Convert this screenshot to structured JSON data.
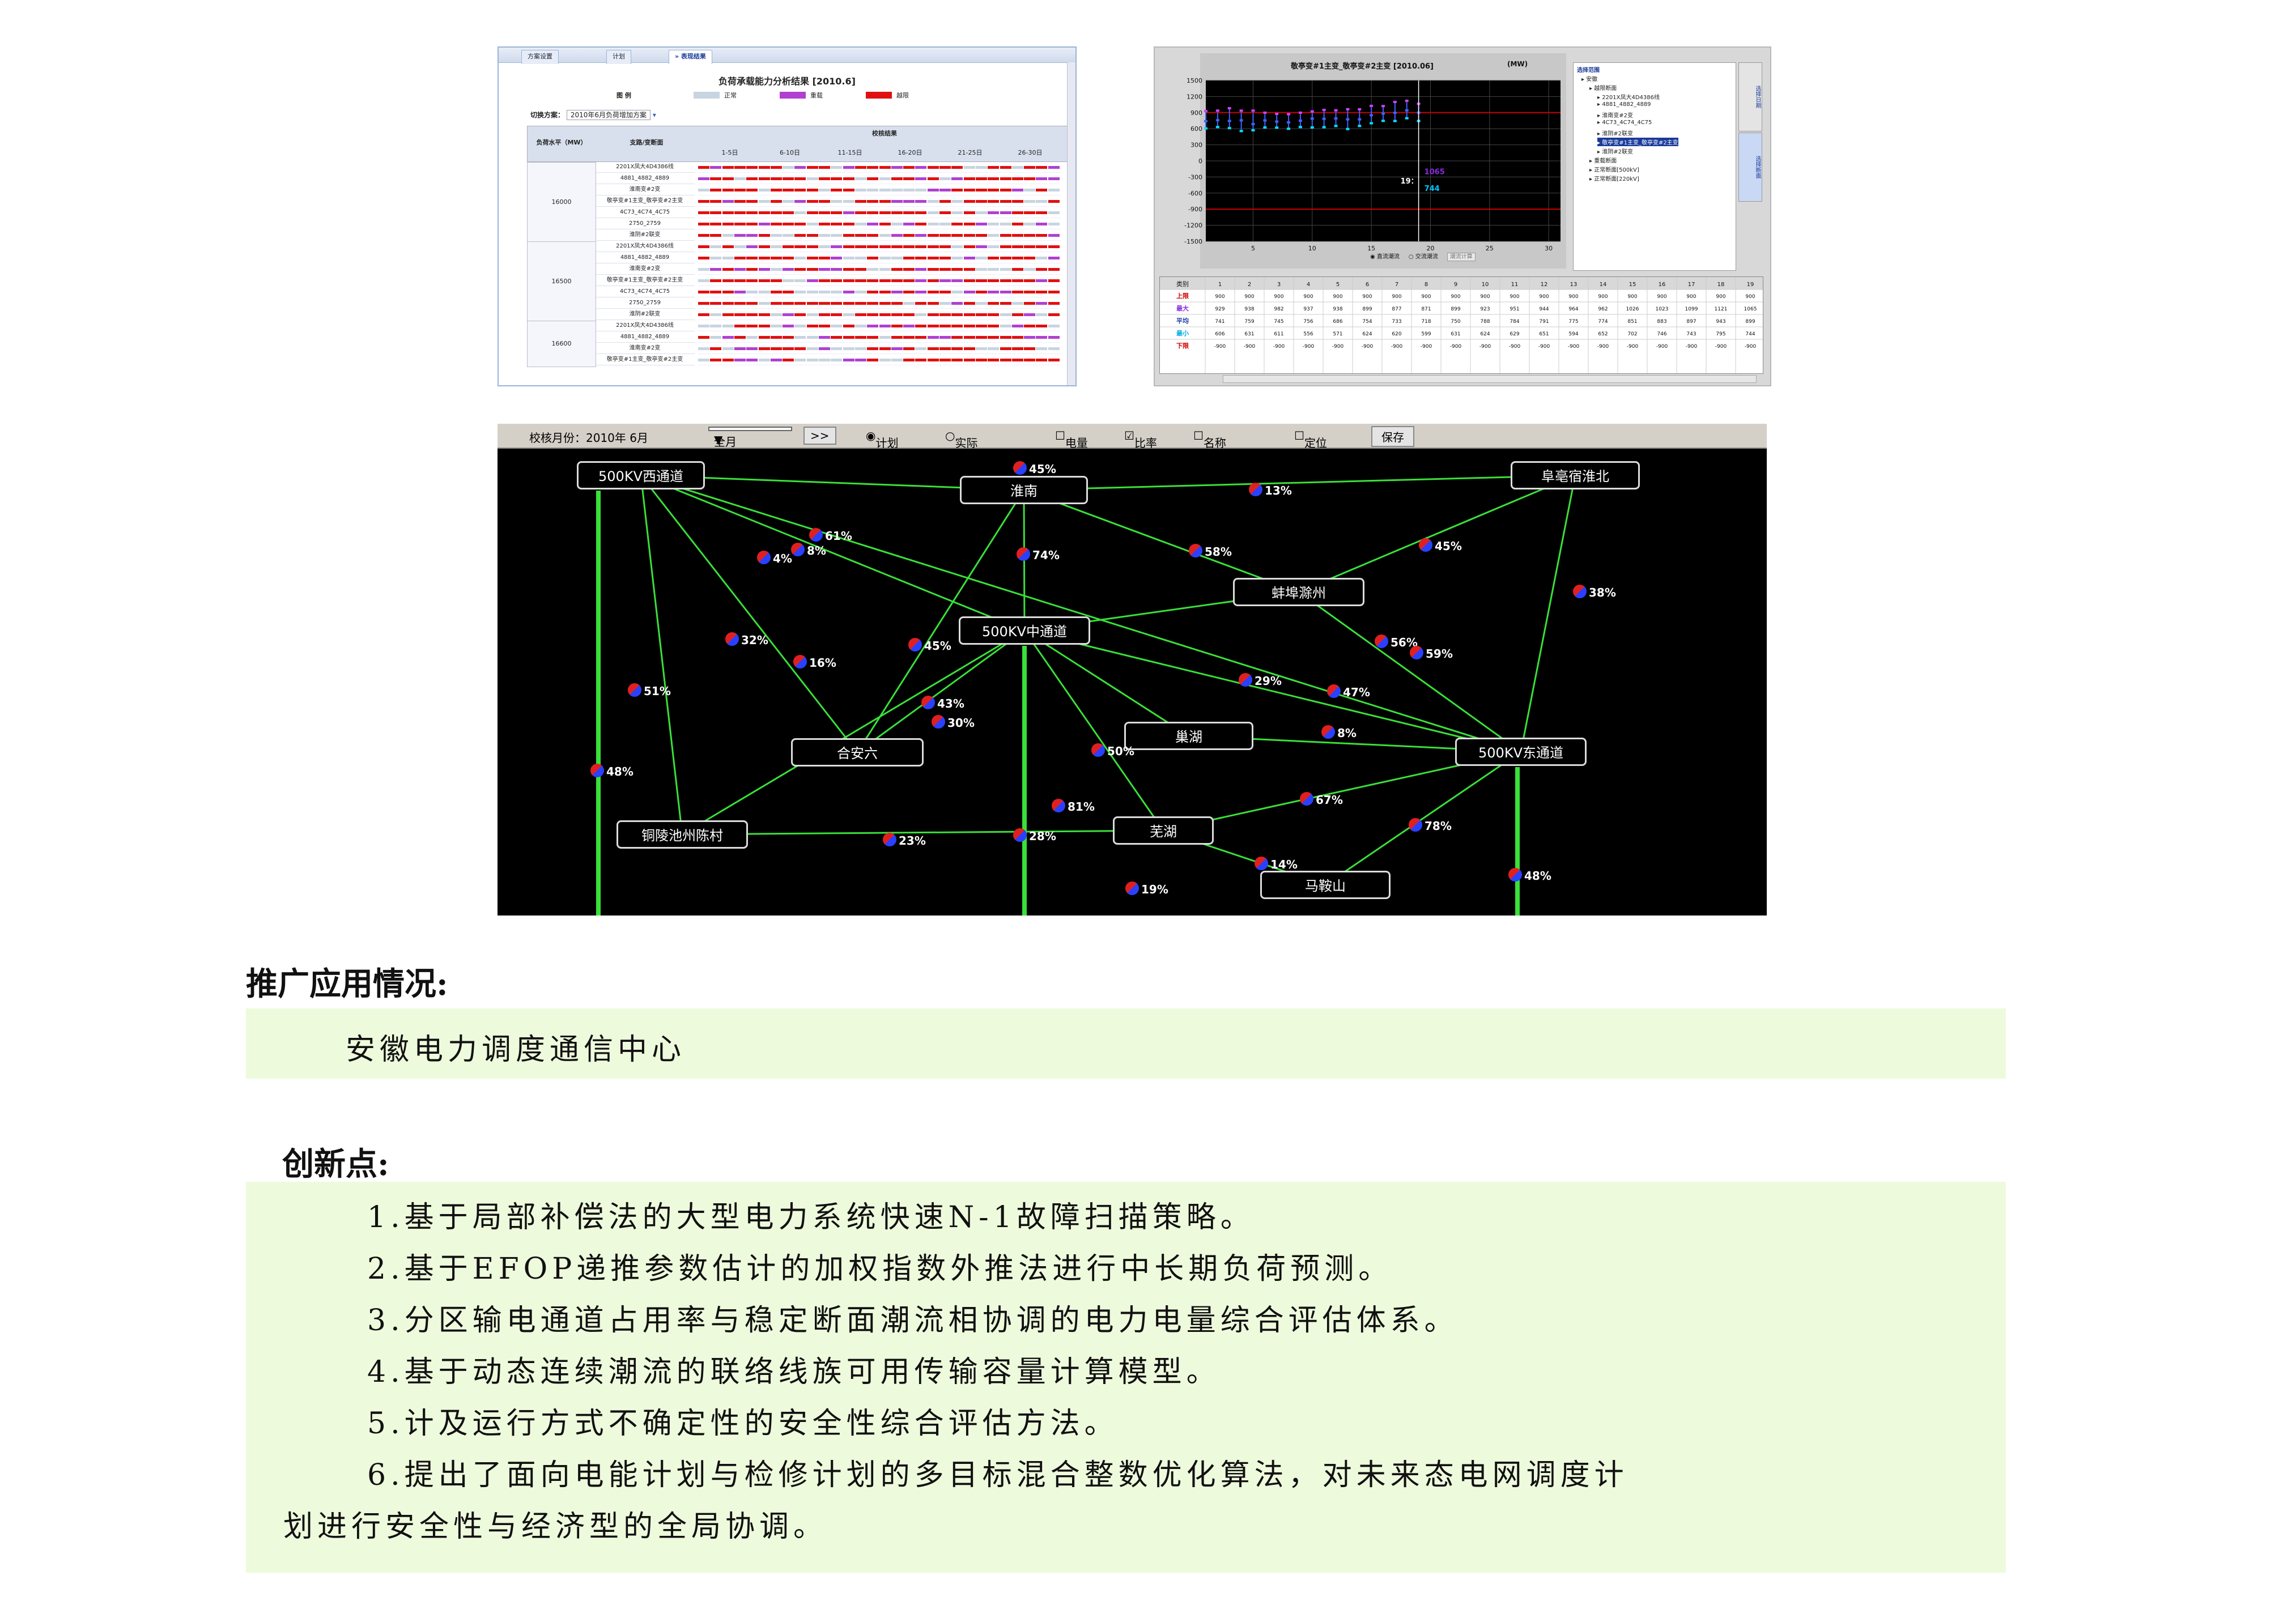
{
  "screens": {
    "table": {
      "tabs": [
        "方案设置",
        "计划",
        "» 表现结果"
      ],
      "title": "负荷承载能力分析结果 [2010.6]",
      "legend_label": "图 例",
      "legend": [
        {
          "label": "正常",
          "color": "#c8d4e0"
        },
        {
          "label": "重载",
          "color": "#b040d0"
        },
        {
          "label": "越限",
          "color": "#e01010"
        }
      ],
      "option_label": "切换方案：",
      "option_value": "2010年6月负荷增加方案",
      "col_level": "负荷水平（MW）",
      "col_section": "支路/变断面",
      "col_result": "校核结果",
      "periods": [
        "1-5日",
        "6-10日",
        "11-15日",
        "16-20日",
        "21-25日",
        "26-30日"
      ],
      "groups": [
        {
          "level": "16000",
          "rows": [
            "2201X凤大4D4386线",
            "4881_4882_4889",
            "淮南变#2变",
            "敬亭变#1主变_敬亭变#2主变",
            "4C73_4C74_4C75",
            "2750_2759",
            "淮阴#2联变"
          ]
        },
        {
          "level": "16500",
          "rows": [
            "2201X凤大4D4386线",
            "4881_4882_4889",
            "淮南变#2变",
            "敬亭变#1主变_敬亭变#2主变",
            "4C73_4C74_4C75",
            "2750_2759",
            "淮阴#2联变"
          ]
        },
        {
          "level": "16600",
          "rows": [
            "2201X凤大4D4386线",
            "4881_4882_4889",
            "淮南变#2变",
            "敬亭变#1主变_敬亭变#2主变"
          ]
        }
      ]
    },
    "chart": {
      "title": "敬亭变#1主变_敬亭变#2主变 [2010.06]",
      "unit": "(MW)",
      "y_ticks": [
        "1500",
        "1200",
        "900",
        "600",
        "300",
        "0",
        "-300",
        "-600",
        "-900",
        "-1200",
        "-1500"
      ],
      "x_ticks": [
        "5",
        "10",
        "15",
        "20",
        "25",
        "30"
      ],
      "readouts": [
        {
          "text": "1065",
          "color": "#8a2be2"
        },
        {
          "text": "19：",
          "color": "#ffffff"
        },
        {
          "text": "744",
          "color": "#00c8ff"
        }
      ],
      "radios": [
        "直流潮流",
        "交流潮流",
        "潮流计算"
      ],
      "tree_title": "选择范围",
      "tree_items": [
        "安徽",
        "越限断面",
        "2201X凤大4D4386线",
        "4881_4882_4889",
        "淮南变#2变",
        "4C73_4C74_4C75",
        "淮阴#2联变",
        "敬亭变#1主变_敬亭变#2主变",
        "淮阴#2联变",
        "重载断面",
        "正常断面[500kV]",
        "正常断面[220kV]"
      ],
      "side_buttons": [
        "选择日期",
        "选择断面"
      ],
      "grid_header": "类别",
      "grid_rows": [
        {
          "label": "上限",
          "color": "#d00000",
          "values": [
            "900",
            "900",
            "900",
            "900",
            "900",
            "900",
            "900",
            "900",
            "900",
            "900",
            "900",
            "900",
            "900",
            "900",
            "900",
            "900",
            "900",
            "900",
            "900"
          ]
        },
        {
          "label": "最大",
          "color": "#8a2be2",
          "values": [
            "929",
            "938",
            "982",
            "937",
            "938",
            "899",
            "877",
            "871",
            "899",
            "923",
            "951",
            "944",
            "964",
            "962",
            "1026",
            "1023",
            "1099",
            "1121",
            "1065"
          ]
        },
        {
          "label": "平均",
          "color": "#1a3a9a",
          "values": [
            "741",
            "759",
            "745",
            "756",
            "686",
            "754",
            "733",
            "718",
            "750",
            "788",
            "784",
            "791",
            "775",
            "774",
            "851",
            "883",
            "897",
            "943",
            "899"
          ]
        },
        {
          "label": "最小",
          "color": "#00b0e0",
          "values": [
            "606",
            "631",
            "611",
            "556",
            "571",
            "624",
            "620",
            "599",
            "631",
            "624",
            "629",
            "651",
            "594",
            "652",
            "702",
            "746",
            "743",
            "795",
            "744"
          ]
        },
        {
          "label": "下限",
          "color": "#d00000",
          "values": [
            "-900",
            "-900",
            "-900",
            "-900",
            "-900",
            "-900",
            "-900",
            "-900",
            "-900",
            "-900",
            "-900",
            "-900",
            "-900",
            "-900",
            "-900",
            "-900",
            "-900",
            "-900",
            "-900"
          ]
        }
      ],
      "chart_data": {
        "type": "line",
        "title": "敬亭变#1主变_敬亭变#2主变 [2010.06]",
        "ylabel": "(MW)",
        "ylim": [
          -1500,
          1500
        ],
        "xlim": [
          1,
          31
        ],
        "series": [
          {
            "name": "上限",
            "values": [
              900,
              900,
              900,
              900,
              900,
              900,
              900,
              900,
              900,
              900,
              900,
              900,
              900,
              900,
              900,
              900,
              900,
              900,
              900
            ]
          },
          {
            "name": "最大",
            "values": [
              929,
              938,
              982,
              937,
              938,
              899,
              877,
              871,
              899,
              923,
              951,
              944,
              964,
              962,
              1026,
              1023,
              1099,
              1121,
              1065
            ]
          },
          {
            "name": "平均",
            "values": [
              741,
              759,
              745,
              756,
              686,
              754,
              733,
              718,
              750,
              788,
              784,
              791,
              775,
              774,
              851,
              883,
              897,
              943,
              899
            ]
          },
          {
            "name": "最小",
            "values": [
              606,
              631,
              611,
              556,
              571,
              624,
              620,
              599,
              631,
              624,
              629,
              651,
              594,
              652,
              702,
              746,
              743,
              795,
              744
            ]
          },
          {
            "name": "下限",
            "values": [
              -900,
              -900,
              -900,
              -900,
              -900,
              -900,
              -900,
              -900,
              -900,
              -900,
              -900,
              -900,
              -900,
              -900,
              -900,
              -900,
              -900,
              -900,
              -900
            ]
          }
        ]
      }
    },
    "network": {
      "toolbar": {
        "month_label": "校核月份：2010年 6月",
        "select_value": "全月",
        "next_btn": ">>",
        "radio_plan": "计划",
        "radio_actual": "实际",
        "chk_energy": "电量",
        "chk_ratio": "比率",
        "chk_name": "名称",
        "chk_locate": "定位",
        "save_btn": "保存"
      },
      "nodes": [
        "500KV西通道",
        "淮南",
        "阜亳宿淮北",
        "蚌埠滁州",
        "500KV中通道",
        "合安六",
        "巢湖",
        "500KV东通道",
        "铜陵池州陈村",
        "芜湖",
        "马鞍山"
      ],
      "percents": [
        "45%",
        "13%",
        "61%",
        "8%",
        "4%",
        "74%",
        "58%",
        "45%",
        "38%",
        "32%",
        "45%",
        "16%",
        "51%",
        "43%",
        "30%",
        "56%",
        "59%",
        "29%",
        "47%",
        "8%",
        "48%",
        "50%",
        "67%",
        "81%",
        "78%",
        "23%",
        "28%",
        "14%",
        "19%",
        "48%"
      ]
    }
  },
  "promo": {
    "heading": "推广应用情况:",
    "text": "安徽电力调度通信中心"
  },
  "innovation": {
    "heading": "创新点:",
    "items": [
      "1.基于局部补偿法的大型电力系统快速N-1故障扫描策略。",
      "2.基于EFOP递推参数估计的加权指数外推法进行中长期负荷预测。",
      "3.分区输电通道占用率与稳定断面潮流相协调的电力电量综合评估体系。",
      "4.基于动态连续潮流的联络线族可用传输容量计算模型。",
      "5.计及运行方式不确定性的安全性综合评估方法。",
      "6.提出了面向电能计划与检修计划的多目标混合整数优化算法，对未来态电网调度计",
      "划进行安全性与经济型的全局协调。"
    ]
  }
}
